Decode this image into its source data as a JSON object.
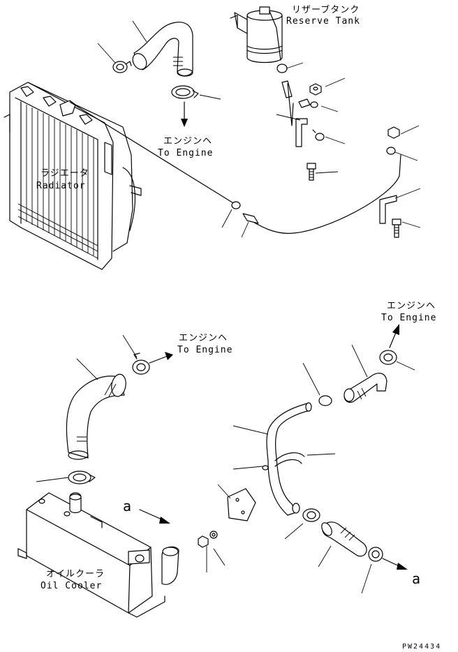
{
  "labels": {
    "reserve_tank_jp": "リザーブタンク",
    "reserve_tank_en": "Reserve Tank",
    "radiator_jp": "ラジエータ",
    "radiator_en": "Radiator",
    "to_engine_jp": "エンジンヘ",
    "to_engine_en": "To Engine",
    "oil_cooler_jp": "オイルクーラ",
    "oil_cooler_en": "Oil Cooler",
    "ref_a": "a",
    "drawing_code": "PW24434"
  }
}
